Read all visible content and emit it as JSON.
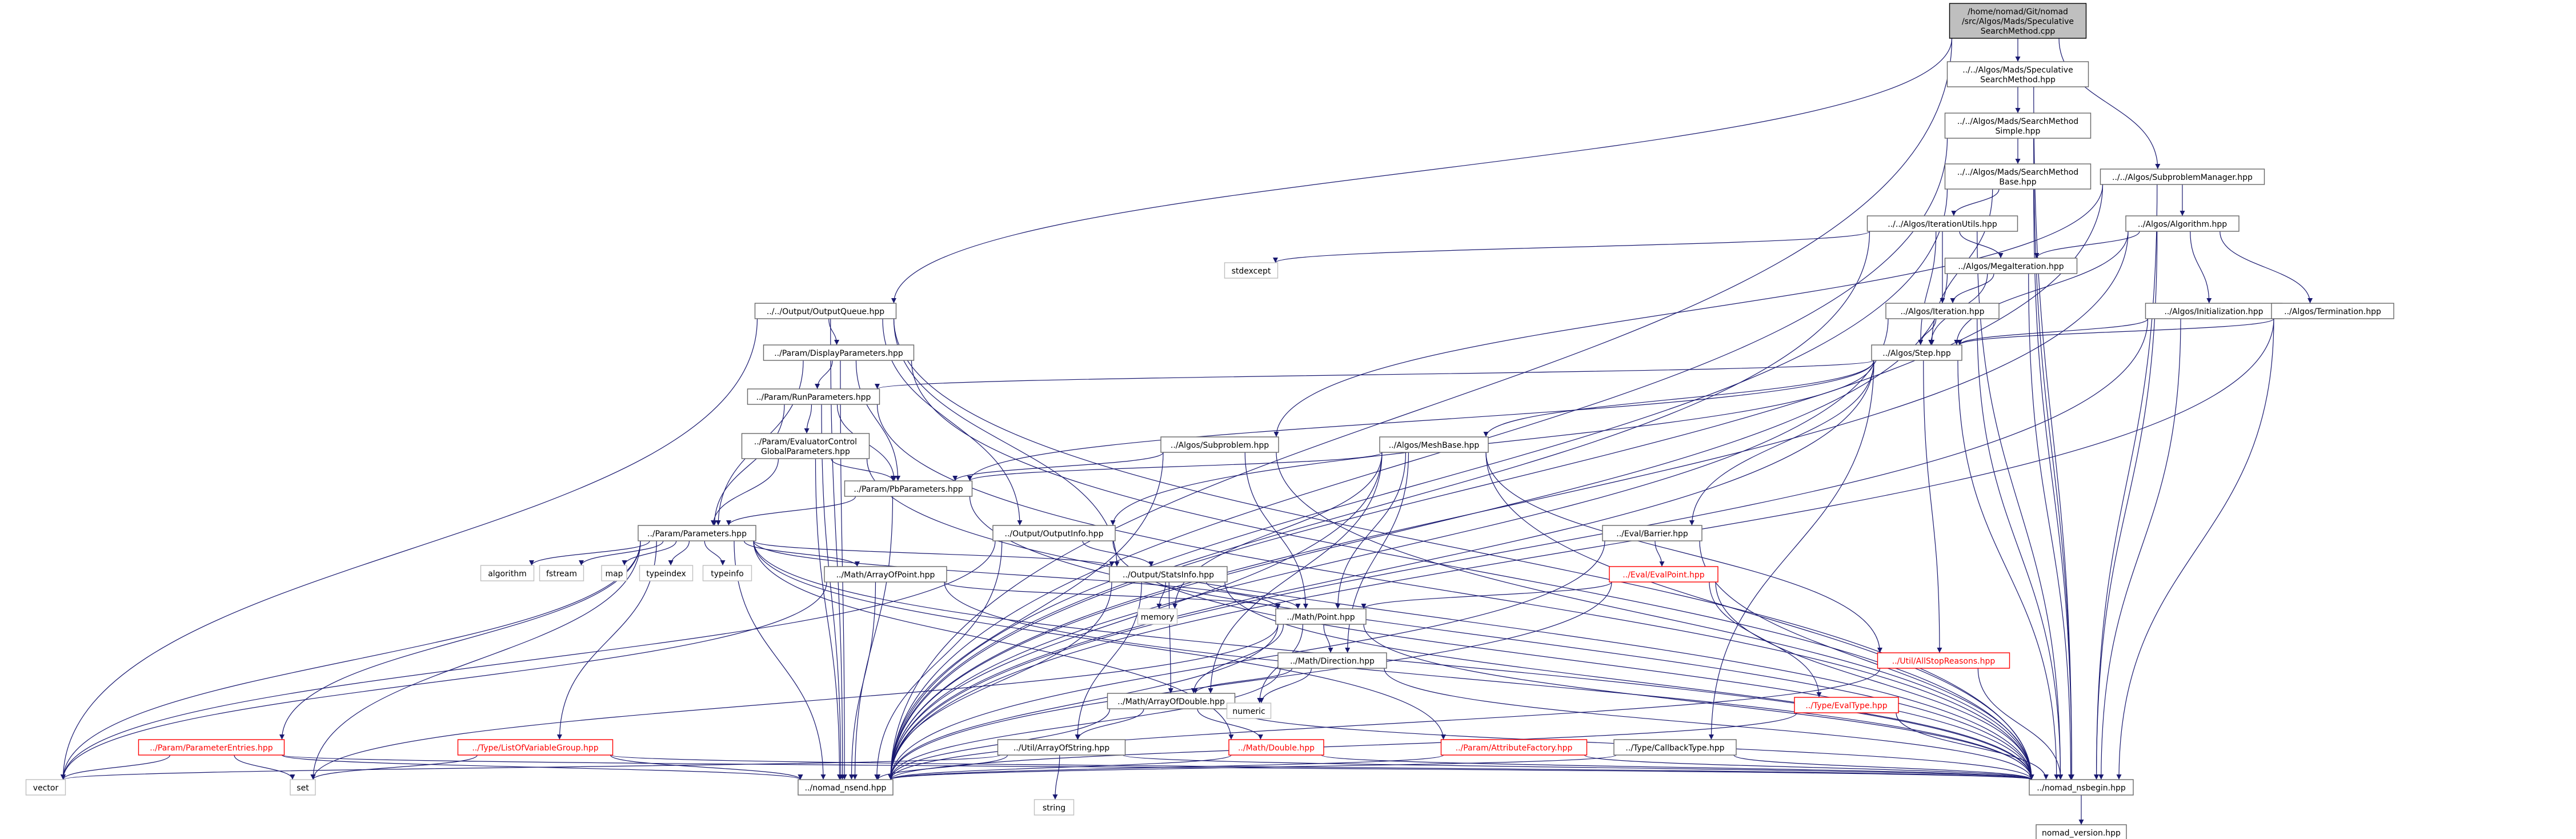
{
  "colors": {
    "edge": "#191970",
    "border": "#666666",
    "root_fill": "#bfbfbf",
    "red_text": "#ff0000",
    "grey_border": "#bfbfbf"
  },
  "nodes": [
    {
      "id": "root",
      "label": "/home/nomad/Git/nomad\n/src/Algos/Mads/Speculative\nSearchMethod.cpp",
      "style": "root"
    },
    {
      "id": "spec_hpp",
      "label": "../../Algos/Mads/Speculative\nSearchMethod.hpp",
      "style": "normal"
    },
    {
      "id": "sms_hpp",
      "label": "../../Algos/Mads/SearchMethod\nSimple.hpp",
      "style": "normal"
    },
    {
      "id": "smb_hpp",
      "label": "../../Algos/Mads/SearchMethod\nBase.hpp",
      "style": "normal"
    },
    {
      "id": "subprobmgr",
      "label": "../../Algos/SubproblemManager.hpp",
      "style": "normal"
    },
    {
      "id": "iterutils",
      "label": "../../Algos/IterationUtils.hpp",
      "style": "normal"
    },
    {
      "id": "algorithm_hpp",
      "label": "../Algos/Algorithm.hpp",
      "style": "normal"
    },
    {
      "id": "stdexcept",
      "label": "stdexcept",
      "style": "plain"
    },
    {
      "id": "megaiter",
      "label": "../Algos/MegaIteration.hpp",
      "style": "normal"
    },
    {
      "id": "outqueue",
      "label": "../../Output/OutputQueue.hpp",
      "style": "normal"
    },
    {
      "id": "iteration",
      "label": "../Algos/Iteration.hpp",
      "style": "normal"
    },
    {
      "id": "initialization",
      "label": "../Algos/Initialization.hpp",
      "style": "normal"
    },
    {
      "id": "termination",
      "label": "../Algos/Termination.hpp",
      "style": "normal"
    },
    {
      "id": "dispparams",
      "label": "../Param/DisplayParameters.hpp",
      "style": "normal"
    },
    {
      "id": "step",
      "label": "../Algos/Step.hpp",
      "style": "normal"
    },
    {
      "id": "runparams",
      "label": "../Param/RunParameters.hpp",
      "style": "normal"
    },
    {
      "id": "evalctrl",
      "label": "../Param/EvaluatorControl\nGlobalParameters.hpp",
      "style": "normal"
    },
    {
      "id": "subproblem",
      "label": "../Algos/Subproblem.hpp",
      "style": "normal"
    },
    {
      "id": "meshbase",
      "label": "../Algos/MeshBase.hpp",
      "style": "normal"
    },
    {
      "id": "pbparams",
      "label": "../Param/PbParameters.hpp",
      "style": "normal"
    },
    {
      "id": "parameters",
      "label": "../Param/Parameters.hpp",
      "style": "normal"
    },
    {
      "id": "outinfo",
      "label": "../Output/OutputInfo.hpp",
      "style": "normal"
    },
    {
      "id": "barrier",
      "label": "../Eval/Barrier.hpp",
      "style": "normal"
    },
    {
      "id": "algorithm_std",
      "label": "algorithm",
      "style": "plain"
    },
    {
      "id": "fstream",
      "label": "fstream",
      "style": "plain"
    },
    {
      "id": "map",
      "label": "map",
      "style": "plain"
    },
    {
      "id": "typeindex",
      "label": "typeindex",
      "style": "plain"
    },
    {
      "id": "typeinfo",
      "label": "typeinfo",
      "style": "plain"
    },
    {
      "id": "arrpoint",
      "label": "../Math/ArrayOfPoint.hpp",
      "style": "normal"
    },
    {
      "id": "statsinfo",
      "label": "../Output/StatsInfo.hpp",
      "style": "normal"
    },
    {
      "id": "evalpoint",
      "label": "../Eval/EvalPoint.hpp",
      "style": "red"
    },
    {
      "id": "memory",
      "label": "memory",
      "style": "plain"
    },
    {
      "id": "point",
      "label": "../Math/Point.hpp",
      "style": "normal"
    },
    {
      "id": "direction",
      "label": "../Math/Direction.hpp",
      "style": "normal"
    },
    {
      "id": "allstop",
      "label": "../Util/AllStopReasons.hpp",
      "style": "red"
    },
    {
      "id": "arrdouble",
      "label": "../Math/ArrayOfDouble.hpp",
      "style": "normal"
    },
    {
      "id": "numeric",
      "label": "numeric",
      "style": "plain"
    },
    {
      "id": "evaltype",
      "label": "../Type/EvalType.hpp",
      "style": "red"
    },
    {
      "id": "paramentries",
      "label": "../Param/ParameterEntries.hpp",
      "style": "red"
    },
    {
      "id": "listofvar",
      "label": "../Type/ListOfVariableGroup.hpp",
      "style": "red"
    },
    {
      "id": "arrstring",
      "label": "../Util/ArrayOfString.hpp",
      "style": "normal"
    },
    {
      "id": "mathdouble",
      "label": "../Math/Double.hpp",
      "style": "red"
    },
    {
      "id": "attrfactory",
      "label": "../Param/AttributeFactory.hpp",
      "style": "red"
    },
    {
      "id": "callback",
      "label": "../Type/CallbackType.hpp",
      "style": "normal"
    },
    {
      "id": "vector",
      "label": "vector",
      "style": "plain"
    },
    {
      "id": "set",
      "label": "set",
      "style": "plain"
    },
    {
      "id": "nsend",
      "label": "../nomad_nsend.hpp",
      "style": "normal"
    },
    {
      "id": "string",
      "label": "string",
      "style": "plain"
    },
    {
      "id": "nsbegin",
      "label": "../nomad_nsbegin.hpp",
      "style": "normal"
    },
    {
      "id": "version",
      "label": "nomad_version.hpp",
      "style": "normal"
    }
  ],
  "edges": [
    [
      "root",
      "spec_hpp"
    ],
    [
      "root",
      "subprobmgr"
    ],
    [
      "root",
      "outqueue"
    ],
    [
      "root",
      "nsend"
    ],
    [
      "spec_hpp",
      "sms_hpp"
    ],
    [
      "spec_hpp",
      "nsbegin"
    ],
    [
      "sms_hpp",
      "smb_hpp"
    ],
    [
      "sms_hpp",
      "nsend"
    ],
    [
      "sms_hpp",
      "nsbegin"
    ],
    [
      "smb_hpp",
      "iterutils"
    ],
    [
      "smb_hpp",
      "step"
    ],
    [
      "smb_hpp",
      "nsend"
    ],
    [
      "smb_hpp",
      "nsbegin"
    ],
    [
      "subprobmgr",
      "algorithm_hpp"
    ],
    [
      "subprobmgr",
      "subproblem"
    ],
    [
      "subprobmgr",
      "nsend"
    ],
    [
      "subprobmgr",
      "nsbegin"
    ],
    [
      "iterutils",
      "stdexcept"
    ],
    [
      "iterutils",
      "megaiter"
    ],
    [
      "iterutils",
      "iteration"
    ],
    [
      "iterutils",
      "step"
    ],
    [
      "iterutils",
      "nsend"
    ],
    [
      "iterutils",
      "nsbegin"
    ],
    [
      "algorithm_hpp",
      "megaiter"
    ],
    [
      "algorithm_hpp",
      "initialization"
    ],
    [
      "algorithm_hpp",
      "termination"
    ],
    [
      "algorithm_hpp",
      "step"
    ],
    [
      "algorithm_hpp",
      "nsend"
    ],
    [
      "algorithm_hpp",
      "nsbegin"
    ],
    [
      "megaiter",
      "iteration"
    ],
    [
      "megaiter",
      "step"
    ],
    [
      "megaiter",
      "nsend"
    ],
    [
      "megaiter",
      "nsbegin"
    ],
    [
      "iteration",
      "step"
    ],
    [
      "iteration",
      "nsend"
    ],
    [
      "iteration",
      "nsbegin"
    ],
    [
      "initialization",
      "step"
    ],
    [
      "initialization",
      "nsend"
    ],
    [
      "initialization",
      "nsbegin"
    ],
    [
      "termination",
      "step"
    ],
    [
      "termination",
      "nsend"
    ],
    [
      "termination",
      "nsbegin"
    ],
    [
      "outqueue",
      "dispparams"
    ],
    [
      "outqueue",
      "outinfo"
    ],
    [
      "outqueue",
      "statsinfo"
    ],
    [
      "outqueue",
      "vector"
    ],
    [
      "outqueue",
      "nsend"
    ],
    [
      "outqueue",
      "nsbegin"
    ],
    [
      "dispparams",
      "runparams"
    ],
    [
      "dispparams",
      "pbparams"
    ],
    [
      "dispparams",
      "parameters"
    ],
    [
      "dispparams",
      "nsend"
    ],
    [
      "dispparams",
      "nsbegin"
    ],
    [
      "step",
      "runparams"
    ],
    [
      "step",
      "pbparams"
    ],
    [
      "step",
      "meshbase"
    ],
    [
      "step",
      "outinfo"
    ],
    [
      "step",
      "barrier"
    ],
    [
      "step",
      "callback"
    ],
    [
      "step",
      "allstop"
    ],
    [
      "step",
      "nsend"
    ],
    [
      "step",
      "nsbegin"
    ],
    [
      "runparams",
      "evalctrl"
    ],
    [
      "runparams",
      "pbparams"
    ],
    [
      "runparams",
      "parameters"
    ],
    [
      "runparams",
      "nsend"
    ],
    [
      "runparams",
      "nsbegin"
    ],
    [
      "evalctrl",
      "pbparams"
    ],
    [
      "evalctrl",
      "parameters"
    ],
    [
      "evalctrl",
      "nsend"
    ],
    [
      "evalctrl",
      "nsbegin"
    ],
    [
      "subproblem",
      "pbparams"
    ],
    [
      "subproblem",
      "point"
    ],
    [
      "subproblem",
      "nsend"
    ],
    [
      "subproblem",
      "nsbegin"
    ],
    [
      "meshbase",
      "pbparams"
    ],
    [
      "meshbase",
      "point"
    ],
    [
      "meshbase",
      "direction"
    ],
    [
      "meshbase",
      "arrdouble"
    ],
    [
      "meshbase",
      "memory"
    ],
    [
      "meshbase",
      "allstop"
    ],
    [
      "meshbase",
      "nsend"
    ],
    [
      "meshbase",
      "nsbegin"
    ],
    [
      "pbparams",
      "parameters"
    ],
    [
      "pbparams",
      "nsend"
    ],
    [
      "pbparams",
      "nsbegin"
    ],
    [
      "parameters",
      "algorithm_std"
    ],
    [
      "parameters",
      "fstream"
    ],
    [
      "parameters",
      "map"
    ],
    [
      "parameters",
      "typeindex"
    ],
    [
      "parameters",
      "typeinfo"
    ],
    [
      "parameters",
      "arrpoint"
    ],
    [
      "parameters",
      "statsinfo"
    ],
    [
      "parameters",
      "point"
    ],
    [
      "parameters",
      "paramentries"
    ],
    [
      "parameters",
      "listofvar"
    ],
    [
      "parameters",
      "attrfactory"
    ],
    [
      "parameters",
      "mathdouble"
    ],
    [
      "parameters",
      "vector"
    ],
    [
      "parameters",
      "set"
    ],
    [
      "parameters",
      "nsend"
    ],
    [
      "parameters",
      "nsbegin"
    ],
    [
      "outinfo",
      "statsinfo"
    ],
    [
      "outinfo",
      "vector"
    ],
    [
      "outinfo",
      "nsend"
    ],
    [
      "outinfo",
      "nsbegin"
    ],
    [
      "barrier",
      "evalpoint"
    ],
    [
      "barrier",
      "nsend"
    ],
    [
      "barrier",
      "nsbegin"
    ],
    [
      "arrpoint",
      "point"
    ],
    [
      "arrpoint",
      "vector"
    ],
    [
      "arrpoint",
      "nsend"
    ],
    [
      "arrpoint",
      "nsbegin"
    ],
    [
      "statsinfo",
      "memory"
    ],
    [
      "statsinfo",
      "point"
    ],
    [
      "statsinfo",
      "arrdouble"
    ],
    [
      "statsinfo",
      "arrstring"
    ],
    [
      "statsinfo",
      "nsend"
    ],
    [
      "statsinfo",
      "nsbegin"
    ],
    [
      "evalpoint",
      "point"
    ],
    [
      "evalpoint",
      "evaltype"
    ],
    [
      "evalpoint",
      "nsend"
    ],
    [
      "evalpoint",
      "nsbegin"
    ],
    [
      "point",
      "direction"
    ],
    [
      "point",
      "arrdouble"
    ],
    [
      "point",
      "numeric"
    ],
    [
      "point",
      "set"
    ],
    [
      "point",
      "nsend"
    ],
    [
      "point",
      "nsbegin"
    ],
    [
      "direction",
      "arrdouble"
    ],
    [
      "direction",
      "numeric"
    ],
    [
      "direction",
      "nsend"
    ],
    [
      "direction",
      "nsbegin"
    ],
    [
      "allstop",
      "nsend"
    ],
    [
      "allstop",
      "nsbegin"
    ],
    [
      "arrdouble",
      "mathdouble"
    ],
    [
      "arrdouble",
      "numeric"
    ],
    [
      "arrdouble",
      "arrstring"
    ],
    [
      "arrdouble",
      "nsend"
    ],
    [
      "arrdouble",
      "nsbegin"
    ],
    [
      "evaltype",
      "nsend"
    ],
    [
      "evaltype",
      "nsbegin"
    ],
    [
      "paramentries",
      "vector"
    ],
    [
      "paramentries",
      "set"
    ],
    [
      "paramentries",
      "nsend"
    ],
    [
      "paramentries",
      "nsbegin"
    ],
    [
      "listofvar",
      "set"
    ],
    [
      "listofvar",
      "nsend"
    ],
    [
      "listofvar",
      "nsbegin"
    ],
    [
      "arrstring",
      "vector"
    ],
    [
      "arrstring",
      "string"
    ],
    [
      "arrstring",
      "nsend"
    ],
    [
      "arrstring",
      "nsbegin"
    ],
    [
      "mathdouble",
      "nsend"
    ],
    [
      "mathdouble",
      "nsbegin"
    ],
    [
      "attrfactory",
      "nsend"
    ],
    [
      "attrfactory",
      "nsbegin"
    ],
    [
      "callback",
      "nsend"
    ],
    [
      "callback",
      "nsbegin"
    ],
    [
      "nsbegin",
      "version"
    ]
  ]
}
